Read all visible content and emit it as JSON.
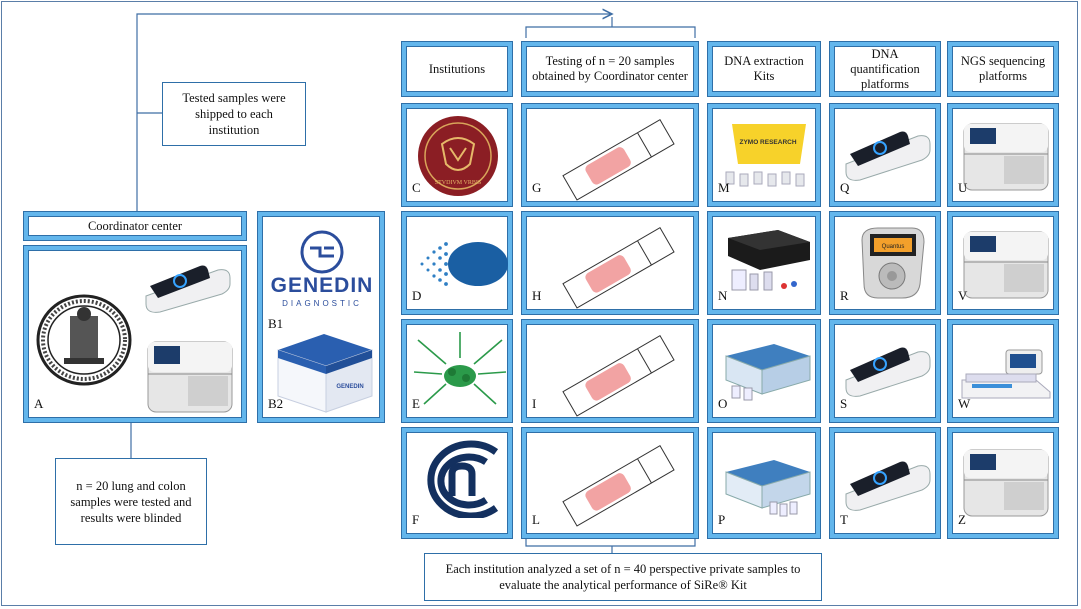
{
  "notes": {
    "shipped": "Tested samples were shipped to each institution",
    "coordinator_samples": "n = 20 lung and colon samples were tested and results were blinded",
    "institutions_analyzed": "Each institution analyzed a set of n = 40 perspective private samples to evaluate the analytical performance of  SiRe® Kit"
  },
  "coordinator": {
    "title": "Coordinator center",
    "label_a": "A",
    "label_b1": "B1",
    "label_b2": "B2",
    "genedin_logo_text": "GENEDIN",
    "genedin_logo_sub": "DIAGNOSTIC",
    "box_brand": "GENEDIN"
  },
  "headers": {
    "institutions": "Institutions",
    "testing": "Testing of n = 20 samples obtained by Coordinator center",
    "dna_extraction": "DNA extraction Kits",
    "dna_quant": "DNA quantification platforms",
    "ngs": "NGS sequencing platforms"
  },
  "rows": [
    {
      "institution": "C",
      "testing": "G",
      "extraction": "M",
      "quant": "Q",
      "ngs": "U"
    },
    {
      "institution": "D",
      "testing": "H",
      "extraction": "N",
      "quant": "R",
      "ngs": "V"
    },
    {
      "institution": "E",
      "testing": "I",
      "extraction": "O",
      "quant": "S",
      "ngs": "W"
    },
    {
      "institution": "F",
      "testing": "L",
      "extraction": "P",
      "quant": "T",
      "ngs": "Z"
    }
  ],
  "icon_text": {
    "sapienza": "STVDIVM VRBIS",
    "zymo": "ZYMO RESEARCH",
    "qubit_small": "Quantus"
  },
  "colors": {
    "cell_border": "#63b6ec",
    "cell_border_dark": "#2e6fa8",
    "slide_sample": "#f2a3a3",
    "sapienza_red": "#8b1e24",
    "genedin_blue": "#2b4d9c"
  }
}
